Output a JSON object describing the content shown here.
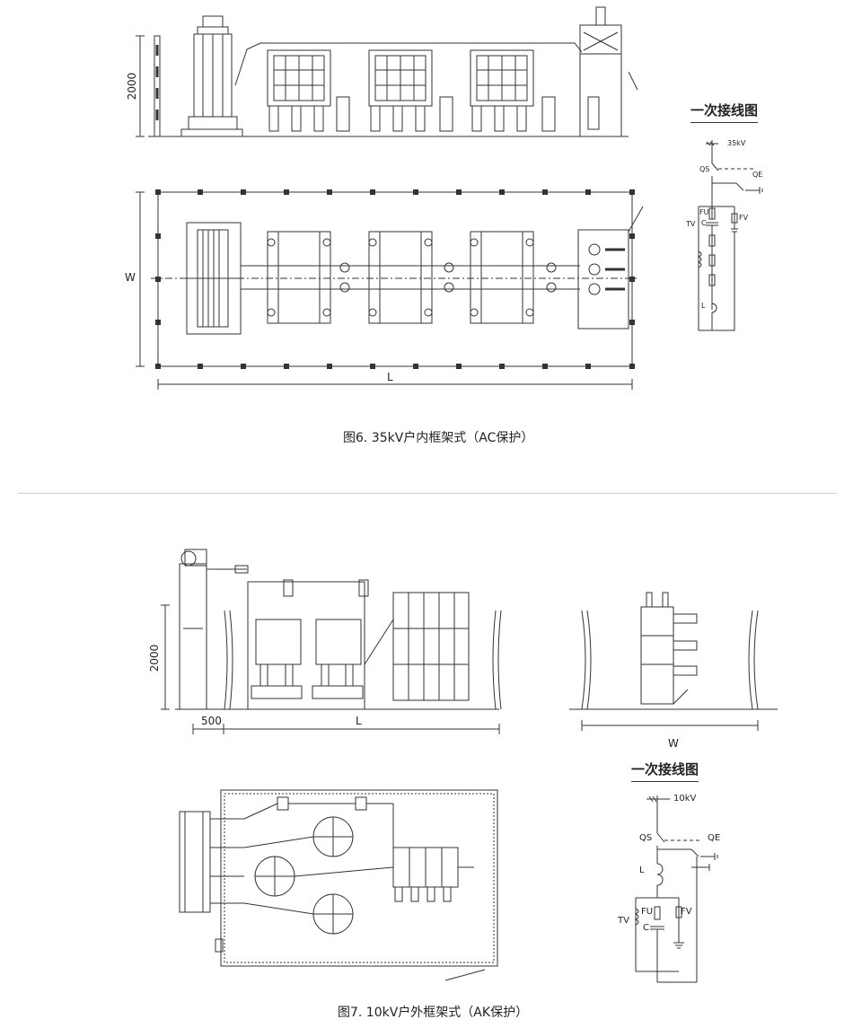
{
  "figure6": {
    "caption": "图6. 35kV户内框架式（AC保护）",
    "dim_height": "2000",
    "dim_width": "W",
    "dim_length": "L",
    "schematic": {
      "title": "一次接线图",
      "voltage": "35kV",
      "labels": {
        "qs": "QS",
        "qe": "QE",
        "tv": "TV",
        "fu": "FU",
        "c": "C",
        "fv": "FV",
        "l": "L"
      }
    }
  },
  "figure7": {
    "caption": "图7. 10kV户外框架式（AK保护）",
    "dim_height": "2000",
    "dim_offset": "500",
    "dim_length": "L",
    "dim_width": "W",
    "schematic": {
      "title": "一次接线图",
      "voltage": "10kV",
      "labels": {
        "qs": "QS",
        "qe": "QE",
        "l": "L",
        "tv": "TV",
        "fu": "FU",
        "c": "C",
        "fv": "FV"
      }
    }
  },
  "colors": {
    "line": "#333333",
    "divider": "#cfcfcf",
    "background": "#ffffff"
  }
}
